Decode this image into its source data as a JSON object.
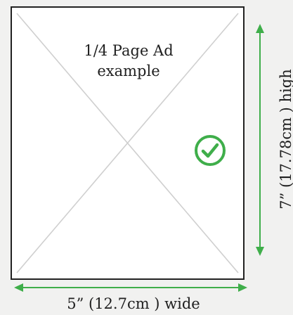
{
  "ad": {
    "title_line1": "1/4 Page Ad",
    "title_line2": "example"
  },
  "dimensions": {
    "width_label": "5” (12.7cm ) wide",
    "height_label": "7” (17.78cm ) high"
  },
  "colors": {
    "background": "#f1f1f0",
    "frame_border": "#222222",
    "placeholder_lines": "#cfcfcf",
    "accent_green": "#3fae4a"
  },
  "icons": {
    "check": "check-circle-icon",
    "width_arrow": "double-arrow-horizontal-icon",
    "height_arrow": "double-arrow-vertical-icon"
  }
}
